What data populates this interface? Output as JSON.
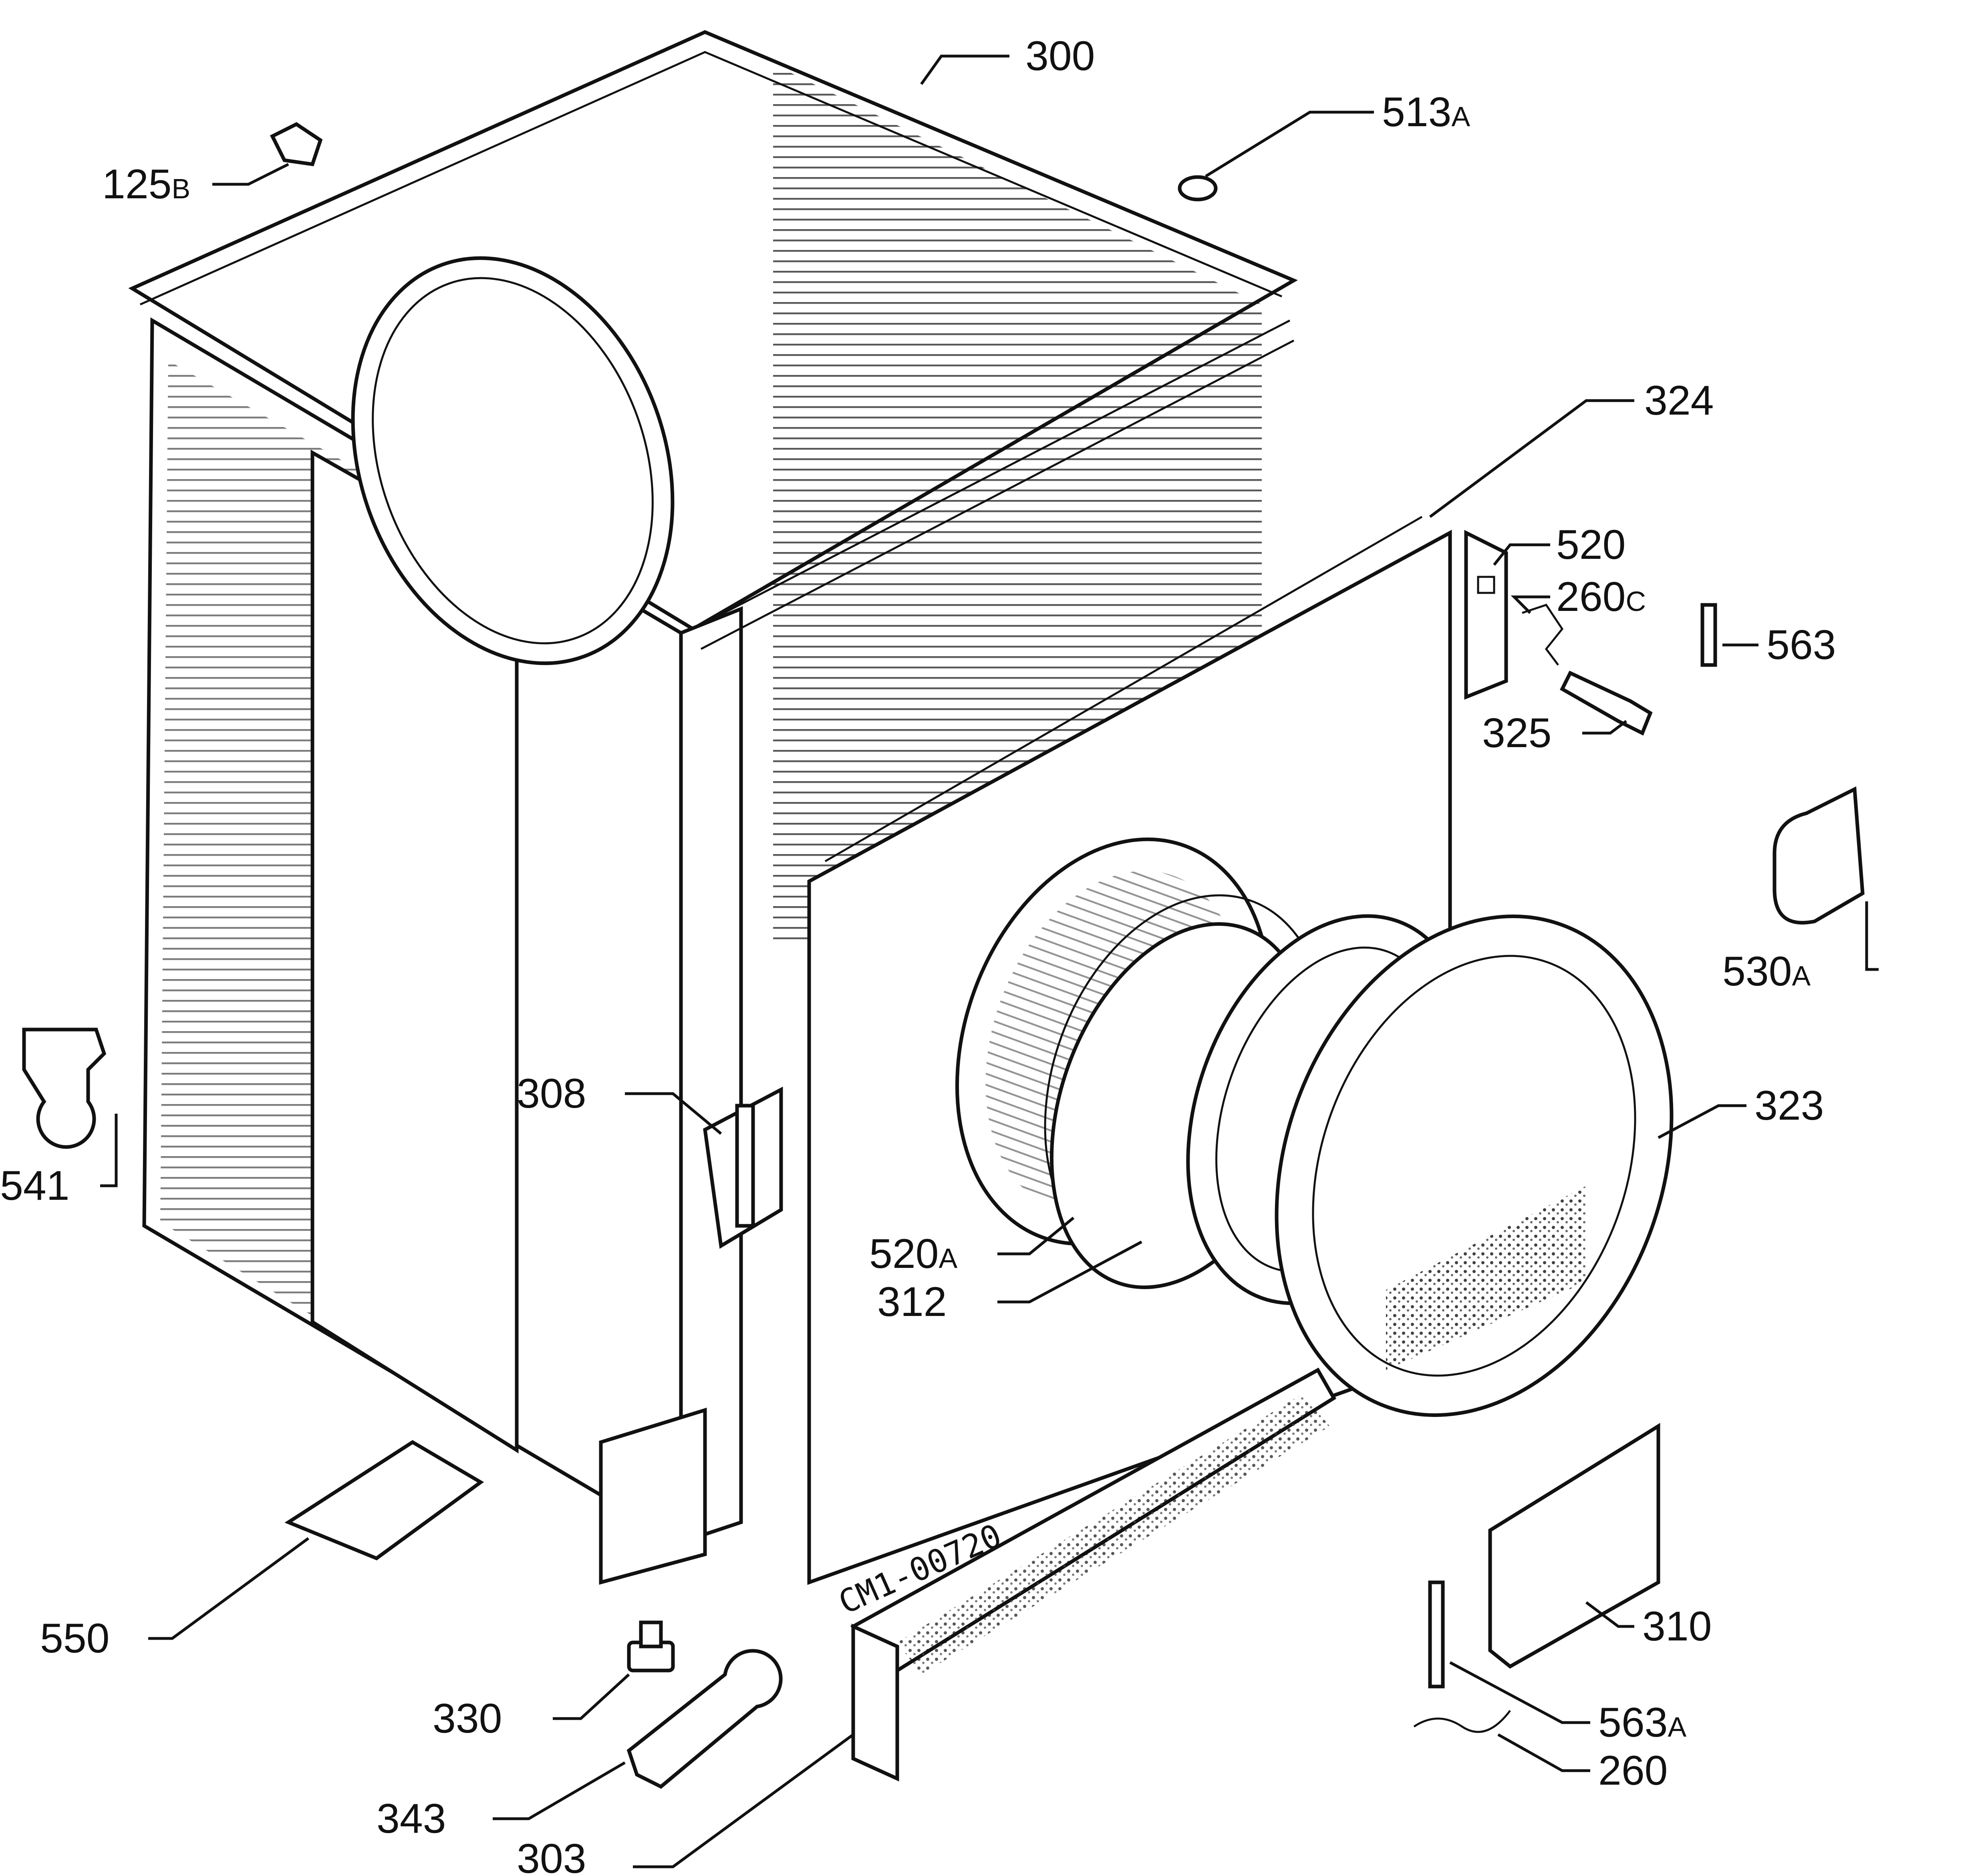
{
  "drawing_code": "CM1-00720",
  "labels": [
    {
      "id": "300",
      "text": "300"
    },
    {
      "id": "513A",
      "text": "513",
      "suffix": "A"
    },
    {
      "id": "125B",
      "text": "125",
      "suffix": "B"
    },
    {
      "id": "324",
      "text": "324"
    },
    {
      "id": "520",
      "text": "520"
    },
    {
      "id": "260C",
      "text": "260",
      "suffix": "C"
    },
    {
      "id": "563",
      "text": "563"
    },
    {
      "id": "325",
      "text": "325"
    },
    {
      "id": "530A",
      "text": "530",
      "suffix": "A"
    },
    {
      "id": "323",
      "text": "323"
    },
    {
      "id": "308",
      "text": "308"
    },
    {
      "id": "541",
      "text": "541"
    },
    {
      "id": "520A",
      "text": "520",
      "suffix": "A"
    },
    {
      "id": "312",
      "text": "312"
    },
    {
      "id": "550",
      "text": "550"
    },
    {
      "id": "310",
      "text": "310"
    },
    {
      "id": "330",
      "text": "330"
    },
    {
      "id": "563A",
      "text": "563",
      "suffix": "A"
    },
    {
      "id": "260",
      "text": "260"
    },
    {
      "id": "343",
      "text": "343"
    },
    {
      "id": "303",
      "text": "303"
    }
  ]
}
